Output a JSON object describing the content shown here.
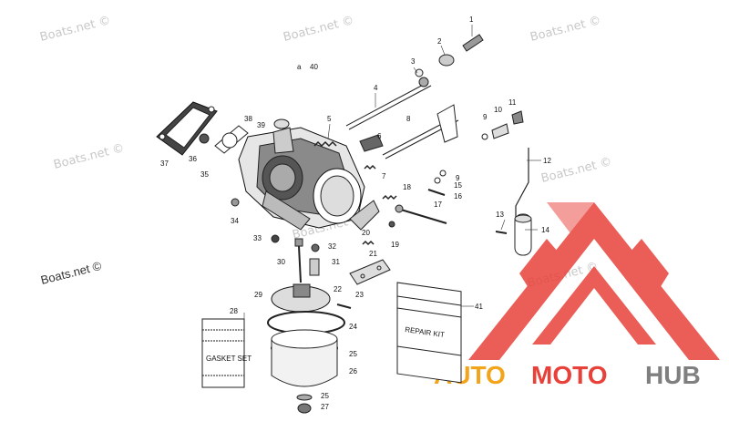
{
  "watermarks": [
    "Boats.net ©",
    "Boats.net ©",
    "Boats.net ©",
    "Boats.net ©",
    "Boats.net ©",
    "Boats.net ©",
    "Boats.net ©",
    "Boats.net ©"
  ],
  "brand": {
    "auto": "AUTO",
    "moto": "MOTO",
    "hub": "HUB",
    "accent": "#e8413a",
    "grey": "#7f7f7f",
    "gold": "#f2a51a"
  },
  "parts": [
    "1",
    "2",
    "3",
    "4",
    "5",
    "6",
    "7",
    "8",
    "9",
    "9",
    "10",
    "11",
    "12",
    "13",
    "14",
    "15",
    "16",
    "17",
    "18",
    "19",
    "20",
    "21",
    "22",
    "23",
    "24",
    "25",
    "25",
    "26",
    "27",
    "28",
    "29",
    "30",
    "31",
    "32",
    "33",
    "34",
    "35",
    "36",
    "37",
    "38",
    "39",
    "40",
    "41"
  ],
  "index_prefix": "a",
  "kits": {
    "gasket": "GASKET SET",
    "repair": "REPAIR KIT"
  }
}
